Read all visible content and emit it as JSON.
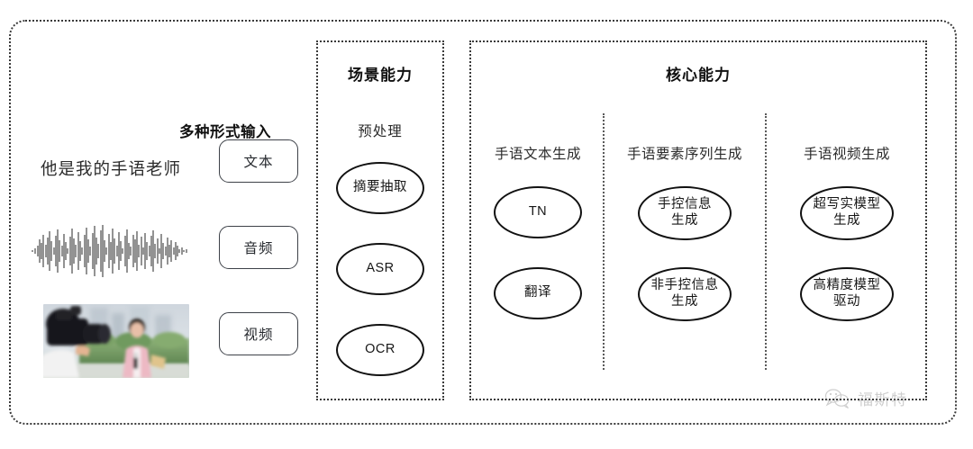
{
  "diagram": {
    "input_section": {
      "heading": "多种形式输入",
      "rows": [
        {
          "sample_text": "他是我的手语老师",
          "media": "text",
          "button_label": "文本"
        },
        {
          "sample_text": "",
          "media": "audio-waveform",
          "button_label": "音频"
        },
        {
          "sample_text": "",
          "media": "video-thumbnail",
          "button_label": "视频"
        }
      ]
    },
    "scene_panel": {
      "title": "场景能力",
      "subheading": "预处理",
      "nodes": [
        {
          "label": "摘要抽取"
        },
        {
          "label": "ASR"
        },
        {
          "label": "OCR"
        }
      ]
    },
    "core_panel": {
      "title": "核心能力",
      "columns": [
        {
          "heading": "手语文本生成",
          "nodes": [
            {
              "line1": "TN",
              "line2": ""
            },
            {
              "line1": "翻译",
              "line2": ""
            }
          ]
        },
        {
          "heading": "手语要素序列生成",
          "nodes": [
            {
              "line1": "手控信息",
              "line2": "生成"
            },
            {
              "line1": "非手控信息",
              "line2": "生成"
            }
          ]
        },
        {
          "heading": "手语视频生成",
          "nodes": [
            {
              "line1": "超写实模型",
              "line2": "生成"
            },
            {
              "line1": "高精度模型",
              "line2": "驱动"
            }
          ]
        }
      ]
    },
    "watermark": {
      "icon": "wechat-icon",
      "text": "福斯特"
    },
    "colors": {
      "border": "#3a3a3a",
      "node_stroke": "#111111",
      "text": "#1b1b1b",
      "background": "#ffffff",
      "watermark": "#8c8c8c"
    }
  }
}
